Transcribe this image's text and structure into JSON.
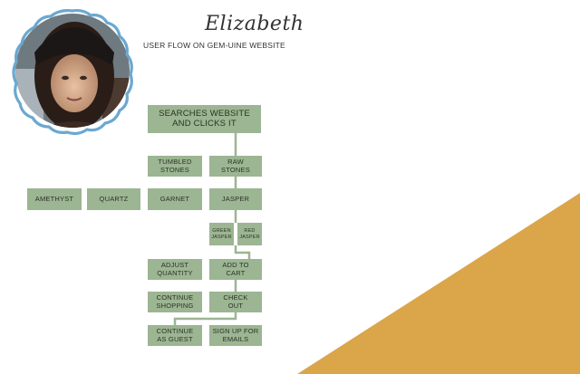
{
  "header": {
    "name": "Elizabeth",
    "subtitle": "USER FLOW ON GEM-UINE WEBSITE"
  },
  "colors": {
    "node_fill": "#9cb592",
    "node_text": "#2b3326",
    "connector": "#9cb592",
    "accent_triangle": "#dba54a",
    "avatar_ring": "#6aa8d0"
  },
  "flow": {
    "searches_website": "SEARCHES WEBSITE\nAND CLICKS IT",
    "tumbled_stones": "TUMBLED\nSTONES",
    "raw_stones": "RAW\nSTONES",
    "amethyst": "AMETHYST",
    "quartz": "QUARTZ",
    "garnet": "GARNET",
    "jasper": "JASPER",
    "green_jasper": "GREEN\nJASPER",
    "red_jasper": "RED\nJASPER",
    "adjust_quantity": "ADJUST\nQUANTITY",
    "add_to_cart": "ADD TO\nCART",
    "continue_shopping": "CONTINUE\nSHOPPING",
    "check_out": "CHECK\nOUT",
    "continue_as_guest": "CONTINUE\nAS GUEST",
    "sign_up_for_emails": "SIGN UP FOR\nEMAILS"
  }
}
